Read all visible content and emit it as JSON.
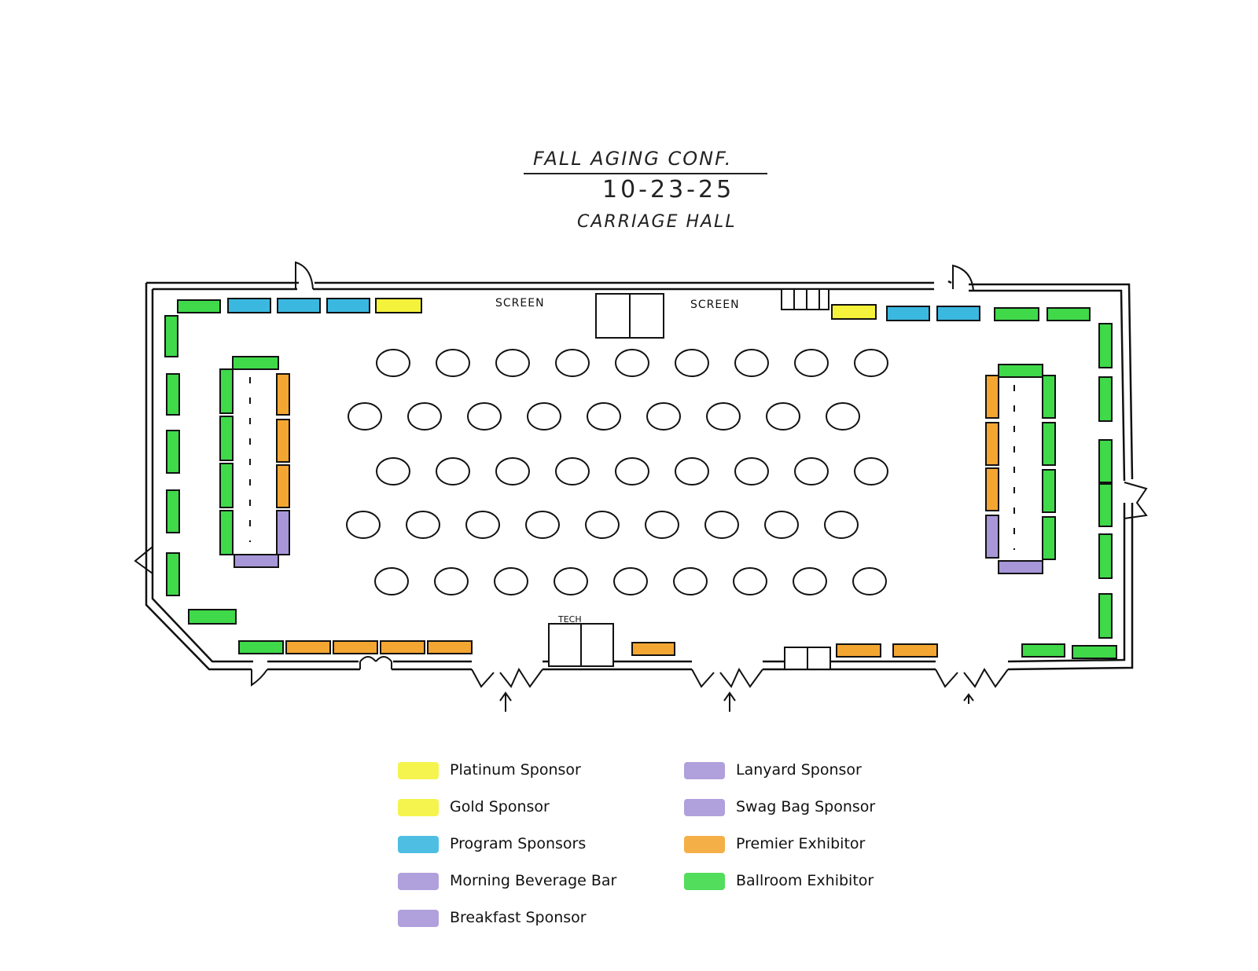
{
  "title": {
    "event": "FALL AGING CONF.",
    "date": "10-23-25",
    "venue": "CARRIAGE HALL"
  },
  "labels": {
    "screen_left": "SCREEN",
    "screen_right": "SCREEN",
    "tech": "TECH"
  },
  "colors": {
    "yellow": "#f4f23a",
    "blue": "#3bb8e0",
    "purple": "#a796d8",
    "orange": "#f3a632",
    "green": "#3fd94a"
  },
  "legend": {
    "left": [
      {
        "label": "Platinum Sponsor",
        "color": "#f4f23a"
      },
      {
        "label": "Gold Sponsor",
        "color": "#f4f23a"
      },
      {
        "label": "Program Sponsors",
        "color": "#3bb8e0"
      },
      {
        "label": "Morning Beverage Bar",
        "color": "#a796d8"
      },
      {
        "label": "Breakfast Sponsor",
        "color": "#a796d8"
      }
    ],
    "right": [
      {
        "label": "Lanyard Sponsor",
        "color": "#a796d8"
      },
      {
        "label": "Swag Bag Sponsor",
        "color": "#a796d8"
      },
      {
        "label": "Premier Exhibitor",
        "color": "#f3a632"
      },
      {
        "label": "Ballroom Exhibitor",
        "color": "#3fd94a"
      }
    ]
  }
}
